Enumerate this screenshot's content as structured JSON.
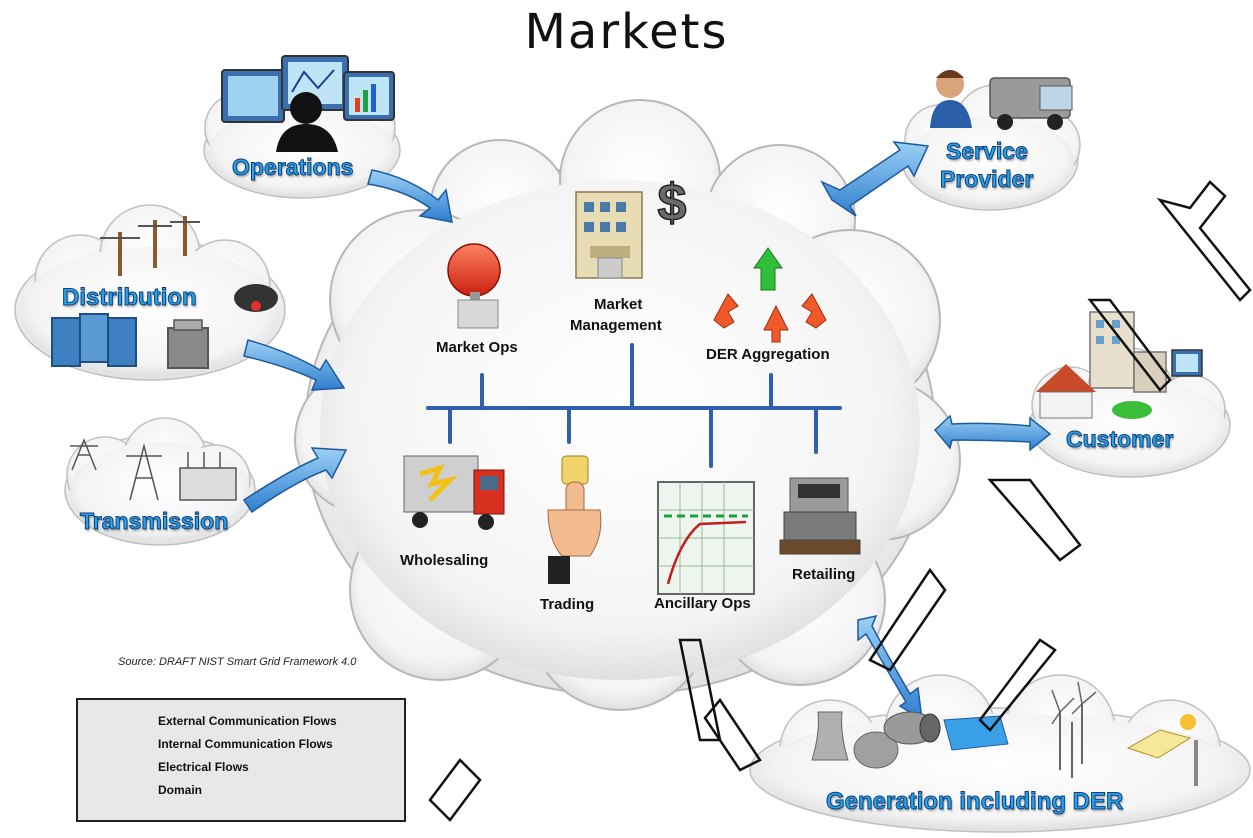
{
  "title": "Markets",
  "domains": {
    "operations": "Operations",
    "distribution": "Distribution",
    "transmission": "Transmission",
    "service_provider_line1": "Service",
    "service_provider_line2": "Provider",
    "customer": "Customer",
    "generation": "Generation including DER"
  },
  "market_nodes": {
    "market_ops": "Market Ops",
    "market_management_line1": "Market",
    "market_management_line2": "Management",
    "der_aggregation": "DER Aggregation",
    "wholesaling": "Wholesaling",
    "trading": "Trading",
    "ancillary_ops": "Ancillary Ops",
    "retailing": "Retailing"
  },
  "source": "Source:  DRAFT NIST Smart Grid Framework 4.0",
  "legend": [
    {
      "symbol": "external-flow-arrow",
      "label": "External Communication Flows"
    },
    {
      "symbol": "internal-flow-line",
      "label": "Internal Communication Flows"
    },
    {
      "symbol": "electrical-flow-dashes",
      "label": "Electrical Flows"
    },
    {
      "symbol": "domain-cloud",
      "label": "Domain"
    }
  ],
  "icons": [
    "monitors-icon",
    "utility-pole-icon",
    "transmission-tower-icon",
    "technician-truck-icon",
    "buildings-icon",
    "power-plant-icon",
    "alarm-bell-icon",
    "bank-dollar-icon",
    "aggregation-arrows-icon",
    "truck-icon",
    "trading-hand-icon",
    "chart-icon",
    "cash-register-icon"
  ],
  "colors": {
    "domain_label": "#29a3e6",
    "domain_outline": "#0b3f80",
    "flow_arrow": "#5aa0dc",
    "internal_line": "#2f5fae",
    "electrical": "#f0b020",
    "watermark": "#000000"
  }
}
